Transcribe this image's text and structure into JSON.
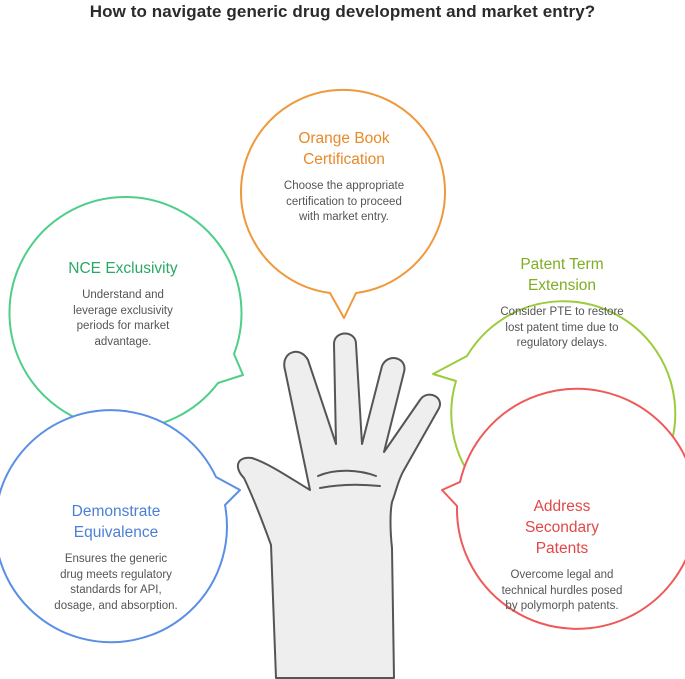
{
  "title": "How to navigate generic drug development and market entry?",
  "colors": {
    "orange": "#f0993c",
    "green": "#4fce8a",
    "lime": "#9ccc3c",
    "blue": "#5b8fe6",
    "red": "#ee5a5a",
    "hand_fill": "#eeeeee",
    "hand_stroke": "#555555"
  },
  "hand_icon": "hand-icon",
  "bubbles": [
    {
      "id": "orange-book",
      "heading": "Orange Book Certification",
      "heading_lines": [
        "Orange Book",
        "Certification"
      ],
      "desc_lines": [
        "Choose the appropriate",
        "certification to proceed",
        "with market entry."
      ],
      "color": "#f0993c",
      "text_color": "#e8892a"
    },
    {
      "id": "nce-exclusivity",
      "heading": "NCE Exclusivity",
      "heading_lines": [
        "NCE Exclusivity"
      ],
      "desc_lines": [
        "Understand and",
        "leverage exclusivity",
        "periods for market",
        "advantage."
      ],
      "color": "#4fce8a",
      "text_color": "#2aa866"
    },
    {
      "id": "patent-term-extension",
      "heading": "Patent Term Extension",
      "heading_lines": [
        "Patent Term",
        "Extension"
      ],
      "desc_lines": [
        "Consider PTE to restore",
        "lost patent time due to",
        "regulatory delays."
      ],
      "color": "#9ccc3c",
      "text_color": "#7eae22"
    },
    {
      "id": "demonstrate-equivalence",
      "heading": "Demonstrate Equivalence",
      "heading_lines": [
        "Demonstrate",
        "Equivalence"
      ],
      "desc_lines": [
        "Ensures the generic",
        "drug meets regulatory",
        "standards for API,",
        "dosage, and absorption."
      ],
      "color": "#5b8fe6",
      "text_color": "#4b7fd6"
    },
    {
      "id": "address-secondary-patents",
      "heading": "Address Secondary Patents",
      "heading_lines": [
        "Address",
        "Secondary",
        "Patents"
      ],
      "desc_lines": [
        "Overcome legal and",
        "technical hurdles posed",
        "by polymorph patents."
      ],
      "color": "#ee5a5a",
      "text_color": "#e04848"
    }
  ]
}
